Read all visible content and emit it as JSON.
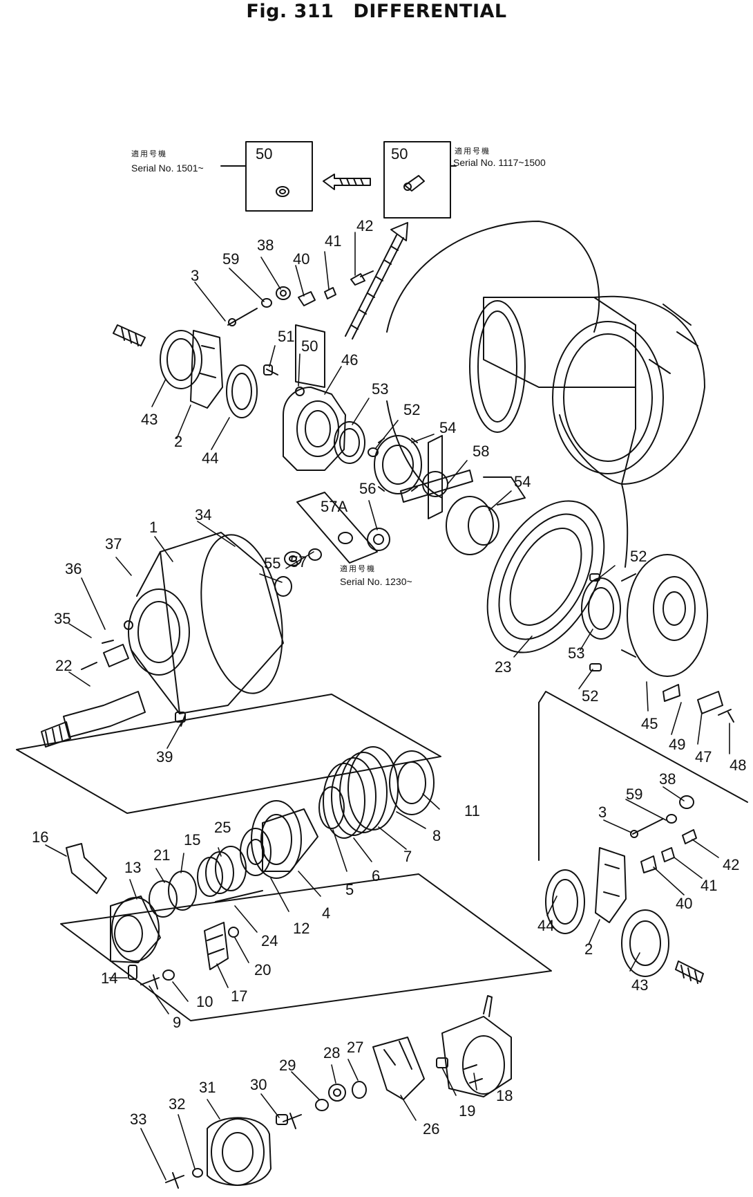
{
  "title": {
    "fig": "Fig. 311",
    "name": "DIFFERENTIAL"
  },
  "callout_boxes": [
    {
      "id": "box-50-new",
      "part": "50",
      "note_jp": "適用号機",
      "note": "Serial No. 1501~"
    },
    {
      "id": "box-50-old",
      "part": "50",
      "note_jp": "適用号機",
      "note": "Serial No. 1117~1500"
    },
    {
      "id": "box-57a",
      "part": "57A",
      "note_jp": "適用号機",
      "note": "Serial No. 1230~"
    }
  ],
  "part_labels": [
    "1",
    "2",
    "3",
    "4",
    "5",
    "6",
    "7",
    "8",
    "9",
    "10",
    "11",
    "12",
    "13",
    "14",
    "15",
    "16",
    "17",
    "18",
    "19",
    "20",
    "21",
    "22",
    "23",
    "24",
    "25",
    "26",
    "27",
    "28",
    "29",
    "30",
    "31",
    "32",
    "33",
    "34",
    "35",
    "36",
    "37",
    "38",
    "39",
    "40",
    "41",
    "42",
    "43",
    "44",
    "45",
    "46",
    "47",
    "48",
    "49",
    "51",
    "52",
    "53",
    "54",
    "55",
    "56",
    "57",
    "58",
    "59"
  ]
}
